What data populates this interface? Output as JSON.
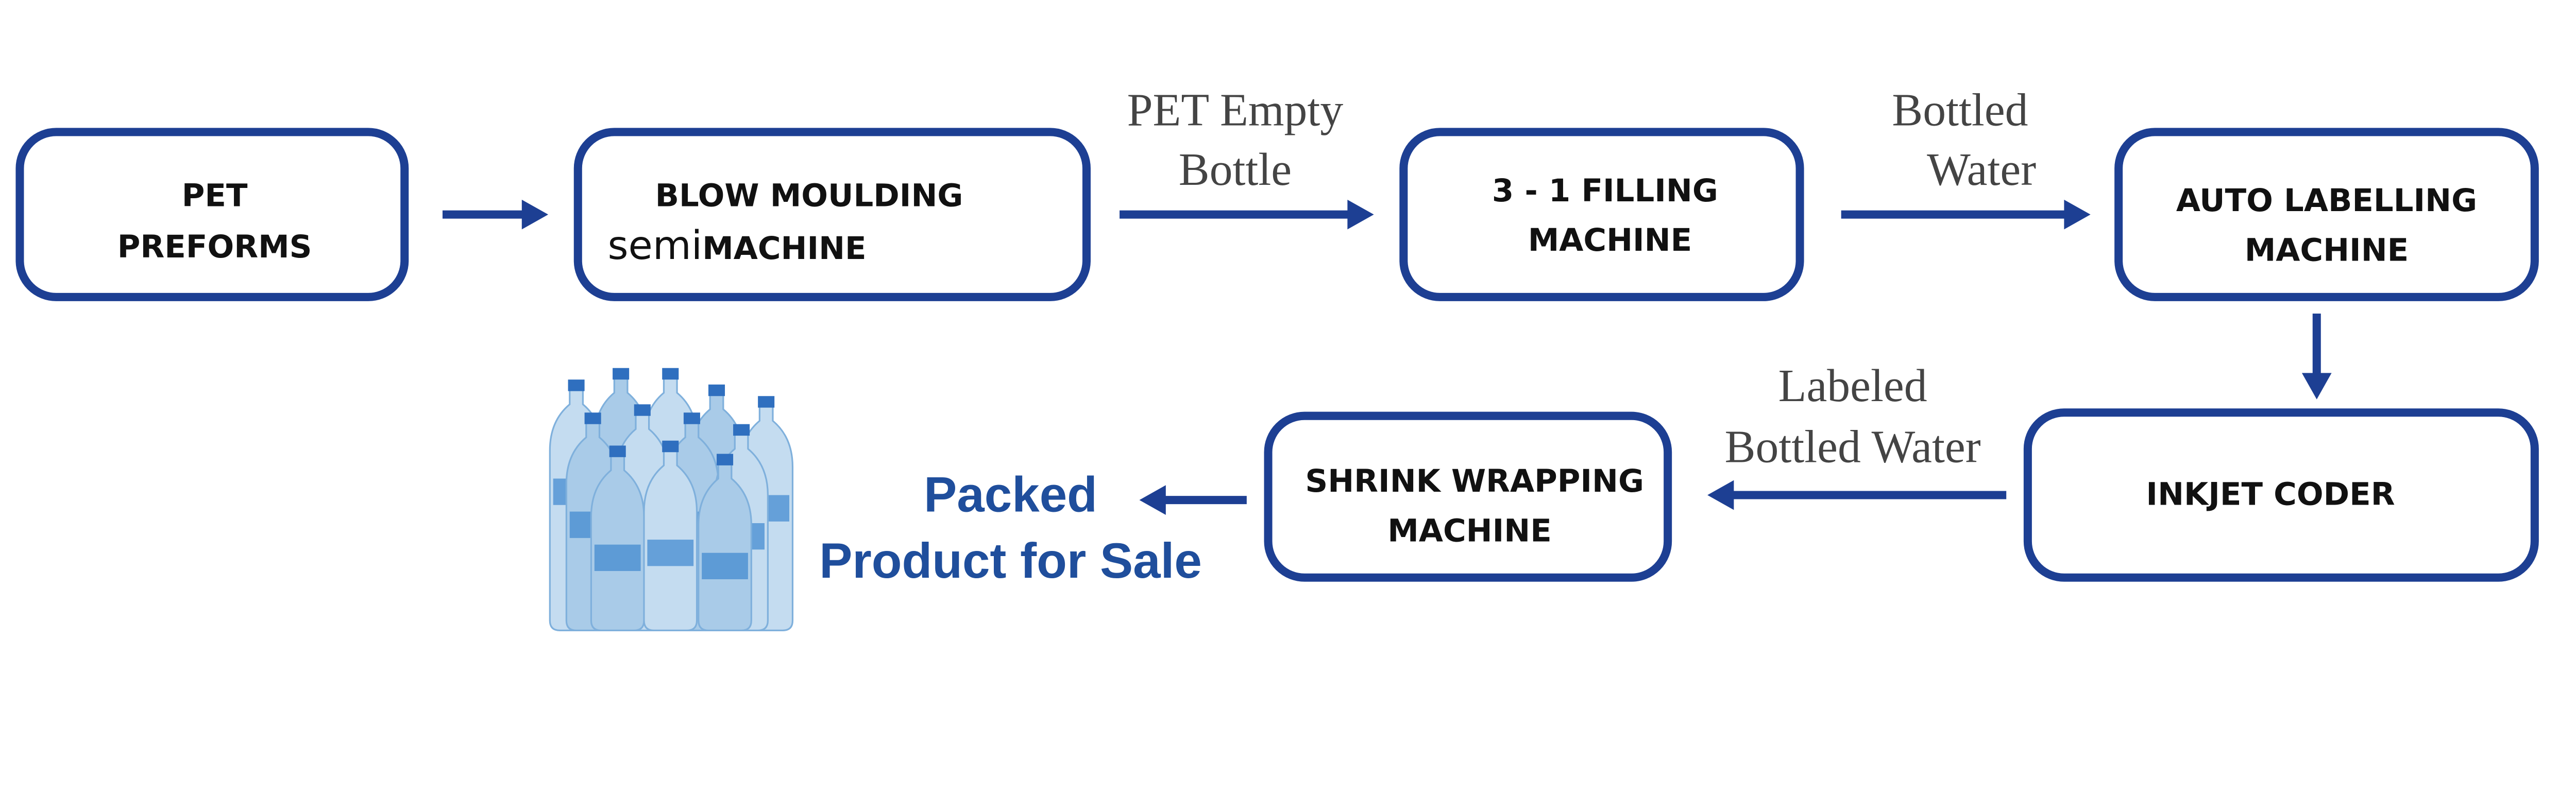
{
  "colors": {
    "box_stroke": "#1d3f93",
    "arrow": "#1d3f93",
    "packed_text": "#1f4e9c",
    "label_text": "#444444"
  },
  "nodes": [
    {
      "line1": "PET",
      "line2": "PREFORMS"
    },
    {
      "line1": "BLOW MOULDING",
      "line2_prefix": "semi",
      "line2": "MACHINE"
    },
    {
      "line1": "3 - 1 FILLING",
      "line2": "MACHINE"
    },
    {
      "line1": "AUTO LABELLING",
      "line2": "MACHINE"
    },
    {
      "line1": "INKJET CODER"
    },
    {
      "line1": "SHRINK WRAPPING",
      "line2": "MACHINE"
    }
  ],
  "edge_labels": [
    {
      "line1": "PET Empty",
      "line2": "Bottle"
    },
    {
      "line1": "Bottled",
      "line2": "Water"
    },
    {
      "line1": "Labeled",
      "line2": "Bottled Water"
    }
  ],
  "output": {
    "line1": "Packed",
    "line2": "Product for Sale",
    "icon": "bottled-water-pack-image"
  }
}
